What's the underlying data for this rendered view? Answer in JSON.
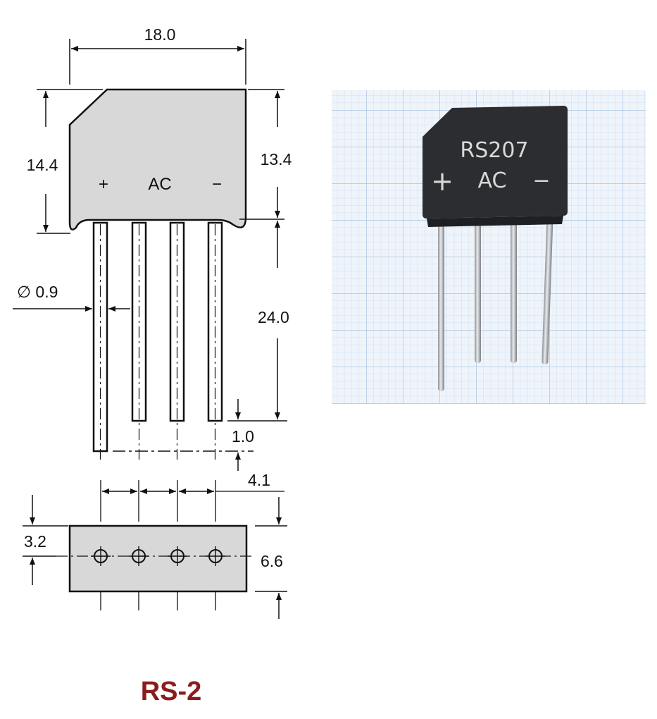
{
  "package_name": "RS-2",
  "colors": {
    "caption": "#8b1c1c",
    "body_fill": "#d8d8d8",
    "outline": "#111111",
    "photo_grid_bg": "#e9f1f8",
    "photo_grid_line": "#b9cfe6",
    "photo_body": "#2c2d30",
    "photo_marking": "#d8d8d8"
  },
  "drawing": {
    "body_marks": {
      "plus": "+",
      "ac": "AC",
      "minus": "−"
    },
    "dimensions": {
      "width": "18.0",
      "height_left": "14.4",
      "height_right": "13.4",
      "lead_diameter": "∅ 0.9",
      "lead_length": "24.0",
      "lead_offset": "1.0",
      "pitch": "4.1",
      "center_offset": "3.2",
      "thickness": "6.6"
    }
  },
  "photo": {
    "part_number": "RS207",
    "marks": {
      "plus": "+",
      "ac": "AC",
      "minus": "−"
    }
  }
}
